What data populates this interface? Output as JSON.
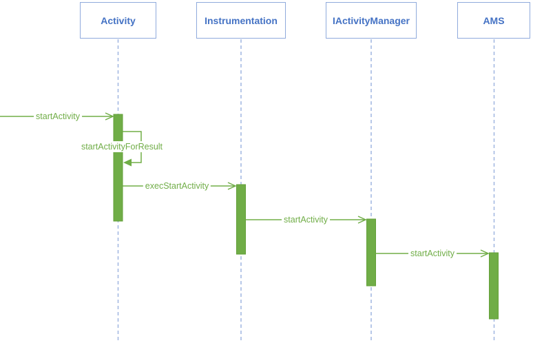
{
  "participants": [
    {
      "label": "Activity"
    },
    {
      "label": "Instrumentation"
    },
    {
      "label": "IActivityManager"
    },
    {
      "label": "AMS"
    }
  ],
  "messages": [
    {
      "label": "startActivity",
      "from": "offscreen-left",
      "to": "Activity",
      "type": "sync"
    },
    {
      "label": "startActivityForResult",
      "from": "Activity",
      "to": "Activity",
      "type": "self"
    },
    {
      "label": "execStartActivity",
      "from": "Activity",
      "to": "Instrumentation",
      "type": "sync"
    },
    {
      "label": "startActivity",
      "from": "Instrumentation",
      "to": "IActivityManager",
      "type": "sync"
    },
    {
      "label": "startActivity",
      "from": "IActivityManager",
      "to": "AMS",
      "type": "sync"
    }
  ],
  "colors": {
    "message-green": "#70AD47",
    "participant-text": "#4472C4",
    "participant-border": "#8FAADC",
    "lifeline-blue": "#A4B9E2",
    "activation-edge": "#63A038"
  }
}
